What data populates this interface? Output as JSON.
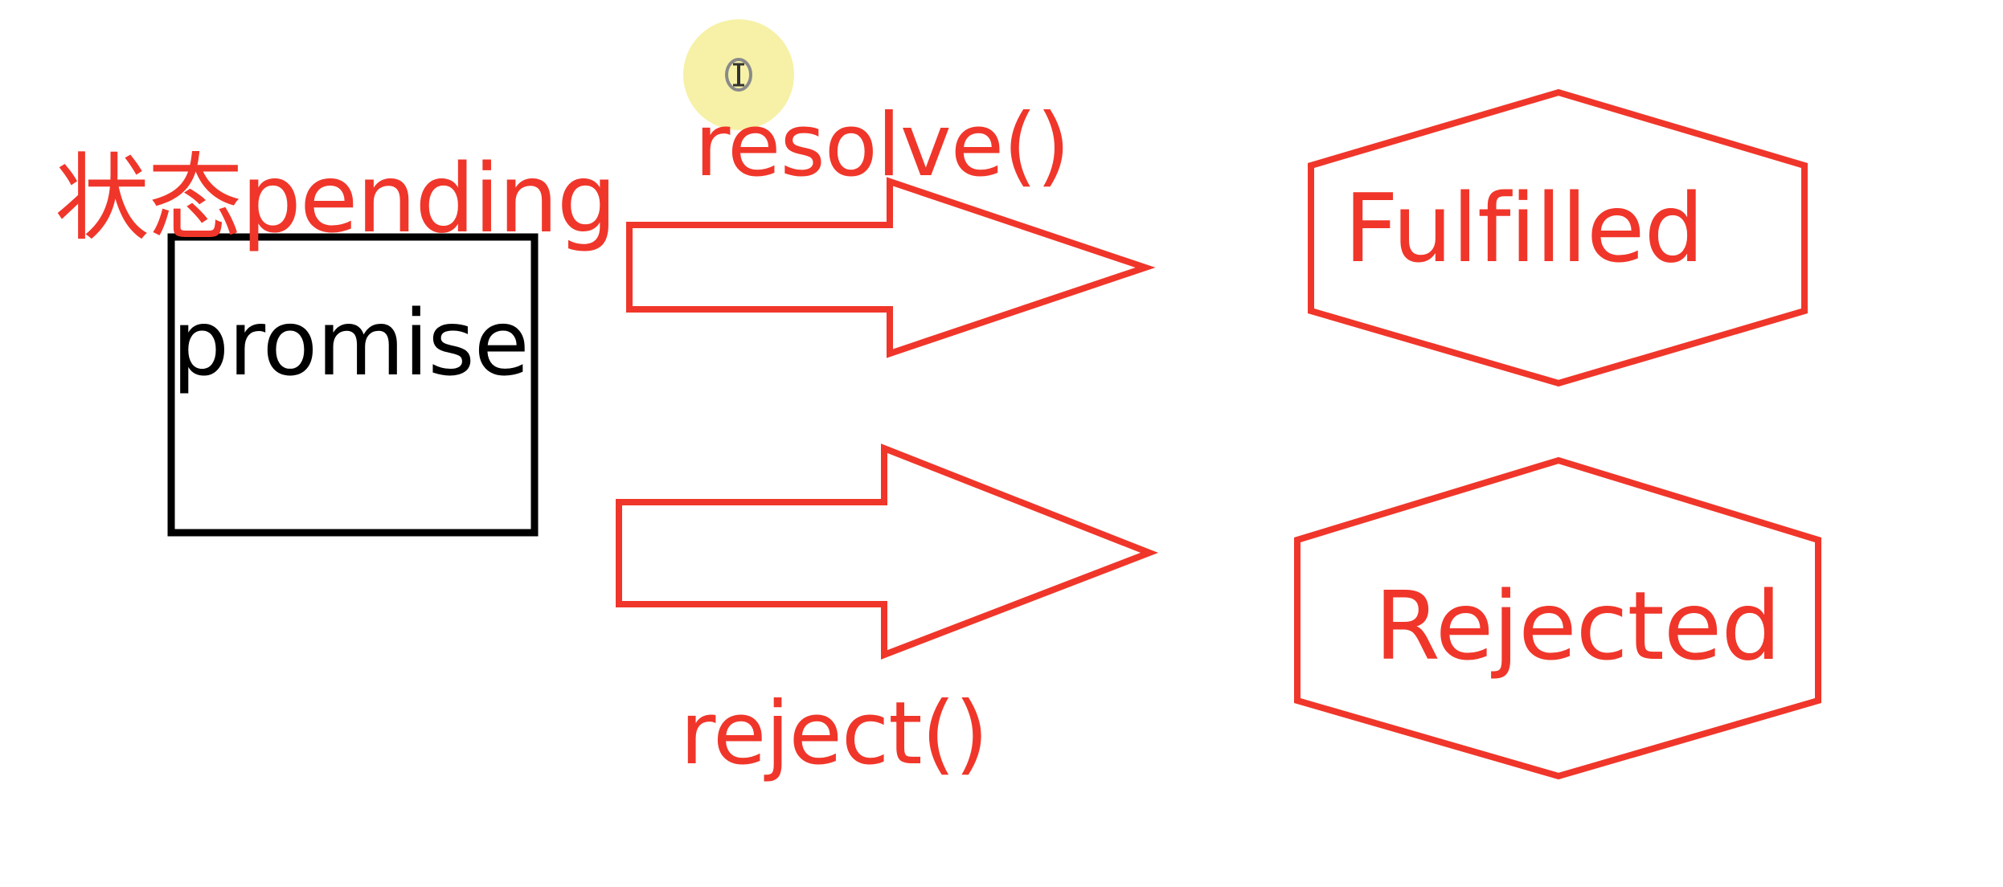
{
  "diagram": {
    "state_label": "状态pending",
    "promise_label": "promise",
    "resolve_label": "resolve()",
    "reject_label": "reject()",
    "fulfilled_label": "Fulfilled",
    "rejected_label": "Rejected"
  },
  "colors": {
    "accent": "#f0362a",
    "box_stroke": "#000000",
    "background": "#ffffff",
    "cursor_highlight": "#f6f1a6"
  },
  "icons": {
    "cursor": "text-cursor-icon"
  }
}
